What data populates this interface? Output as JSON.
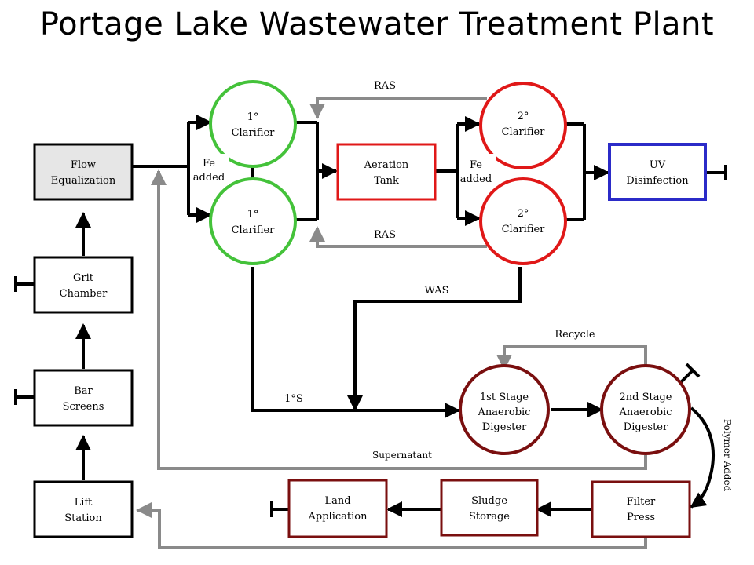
{
  "title": "Portage Lake Wastewater Treatment Plant",
  "units": {
    "flow_eq": [
      "Flow",
      "Equalization"
    ],
    "grit": [
      "Grit",
      "Chamber"
    ],
    "bar": [
      "Bar",
      "Screens"
    ],
    "lift": [
      "Lift",
      "Station"
    ],
    "clar1_top": [
      "1°",
      "Clarifier"
    ],
    "clar1_bot": [
      "1°",
      "Clarifier"
    ],
    "aeration": [
      "Aeration",
      "Tank"
    ],
    "clar2_top": [
      "2°",
      "Clarifier"
    ],
    "clar2_bot": [
      "2°",
      "Clarifier"
    ],
    "uv": [
      "UV",
      "Disinfection"
    ],
    "dig1": [
      "1st Stage",
      "Anaerobic",
      "Digester"
    ],
    "dig2": [
      "2nd Stage",
      "Anaerobic",
      "Digester"
    ],
    "filter": [
      "Filter",
      "Press"
    ],
    "sludge": [
      "Sludge",
      "Storage"
    ],
    "land": [
      "Land",
      "Application"
    ]
  },
  "labels": {
    "fe1": [
      "Fe",
      "added"
    ],
    "fe2": [
      "Fe",
      "added"
    ],
    "ras_top": "RAS",
    "ras_bot": "RAS",
    "was": "WAS",
    "recycle": "Recycle",
    "primary_sludge": "1°S",
    "supernatant": "Supernatant",
    "polymer": "Polymer Added"
  },
  "colors": {
    "green": "#44c23a",
    "red": "#e01818",
    "blue": "#2b2bc8",
    "maroon": "#7a0f0f",
    "gray": "#8a8a8a",
    "box_fill": "#e6e6e6"
  }
}
